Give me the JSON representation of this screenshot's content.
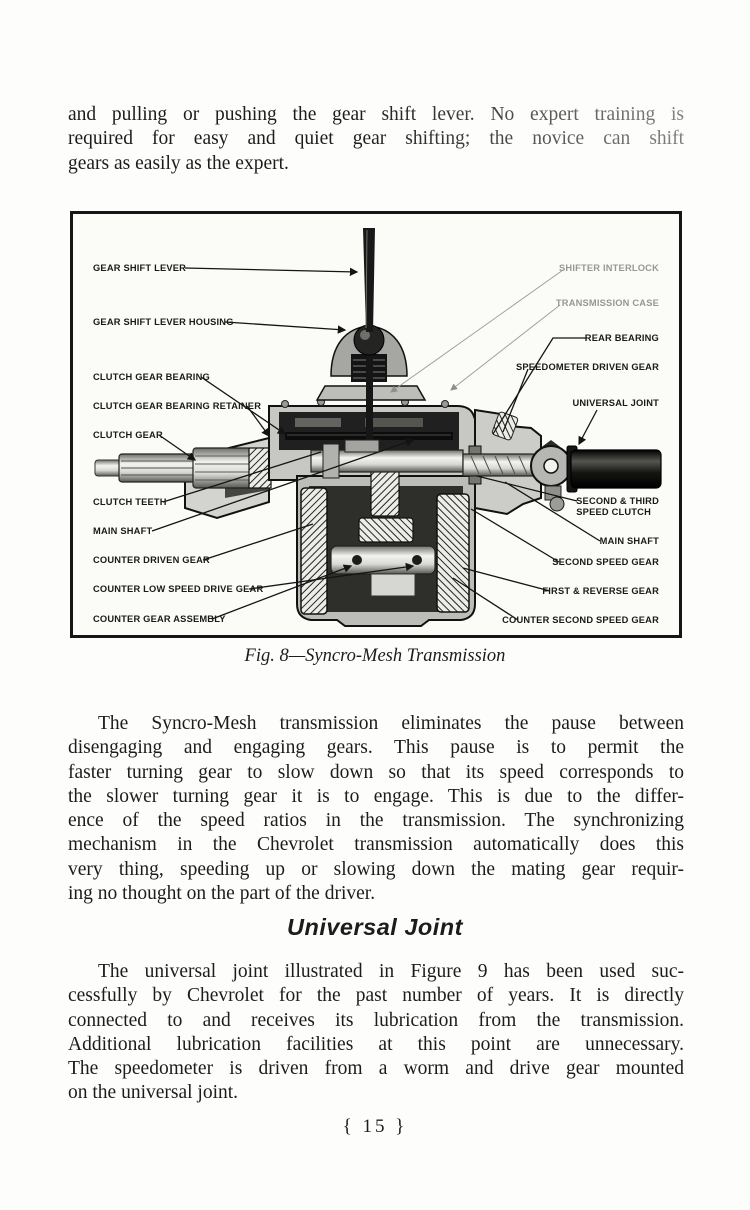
{
  "doc": {
    "para1_lines": [
      "and pulling or pushing the gear shift lever.  No expert training is",
      "required for easy and quiet gear shifting; the novice can shift",
      "gears as easily as the expert."
    ],
    "figure": {
      "caption": "Fig. 8—Syncro-Mesh Transmission",
      "labels_left": [
        "GEAR SHIFT LEVER",
        "GEAR SHIFT LEVER HOUSING",
        "CLUTCH GEAR BEARING",
        "CLUTCH GEAR BEARING RETAINER",
        "CLUTCH GEAR",
        "CLUTCH TEETH",
        "MAIN SHAFT",
        "COUNTER DRIVEN GEAR",
        "COUNTER LOW SPEED DRIVE GEAR",
        "COUNTER GEAR ASSEMBLY"
      ],
      "labels_right": [
        "SHIFTER INTERLOCK",
        "TRANSMISSION CASE",
        "REAR BEARING",
        "SPEEDOMETER DRIVEN GEAR",
        "UNIVERSAL JOINT",
        "SECOND & THIRD",
        "SPEED CLUTCH",
        "MAIN SHAFT",
        "SECOND SPEED GEAR",
        "FIRST & REVERSE GEAR",
        "COUNTER SECOND SPEED GEAR"
      ]
    },
    "para2_lines": [
      "The Syncro-Mesh transmission eliminates the pause between",
      "disengaging and engaging gears.  This pause is to permit the",
      "faster turning gear to slow down so that its speed corresponds to",
      "the slower turning gear it is to engage.  This is due to the differ-",
      "ence of the speed ratios in the transmission.  The synchronizing",
      "mechanism in the Chevrolet transmission automatically does this",
      "very thing, speeding up or slowing down the mating gear requir-",
      "ing no thought on the part of the driver."
    ],
    "heading": "Universal Joint",
    "para3_lines": [
      "The universal joint illustrated in Figure 9 has been used suc-",
      "cessfully by Chevrolet for the past number of years.  It is directly",
      "connected to and receives its lubrication from the transmission.",
      "Additional lubrication facilities at this point are unnecessary.",
      "The speedometer is driven from a worm and drive gear mounted",
      "on the universal joint."
    ],
    "page_number": "{ 15 }"
  },
  "colors": {
    "ink": "#1c1c1c",
    "paper": "#fdfdfb",
    "faded_label": "#979792"
  }
}
